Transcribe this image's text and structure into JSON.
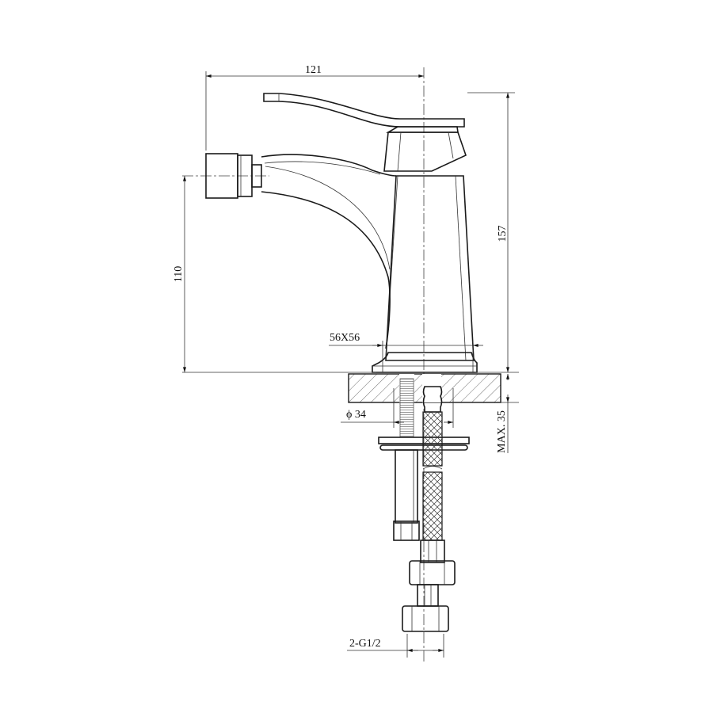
{
  "drawing": {
    "title": "Bidet mixer side view",
    "dimensions": {
      "reach": "121",
      "total_height": "157",
      "spout_height": "110",
      "base_size": "56X56",
      "hole_diameter": "ϕ 34",
      "max_deck_thickness": "MAX. 35",
      "connection": "2-G1/2"
    }
  }
}
